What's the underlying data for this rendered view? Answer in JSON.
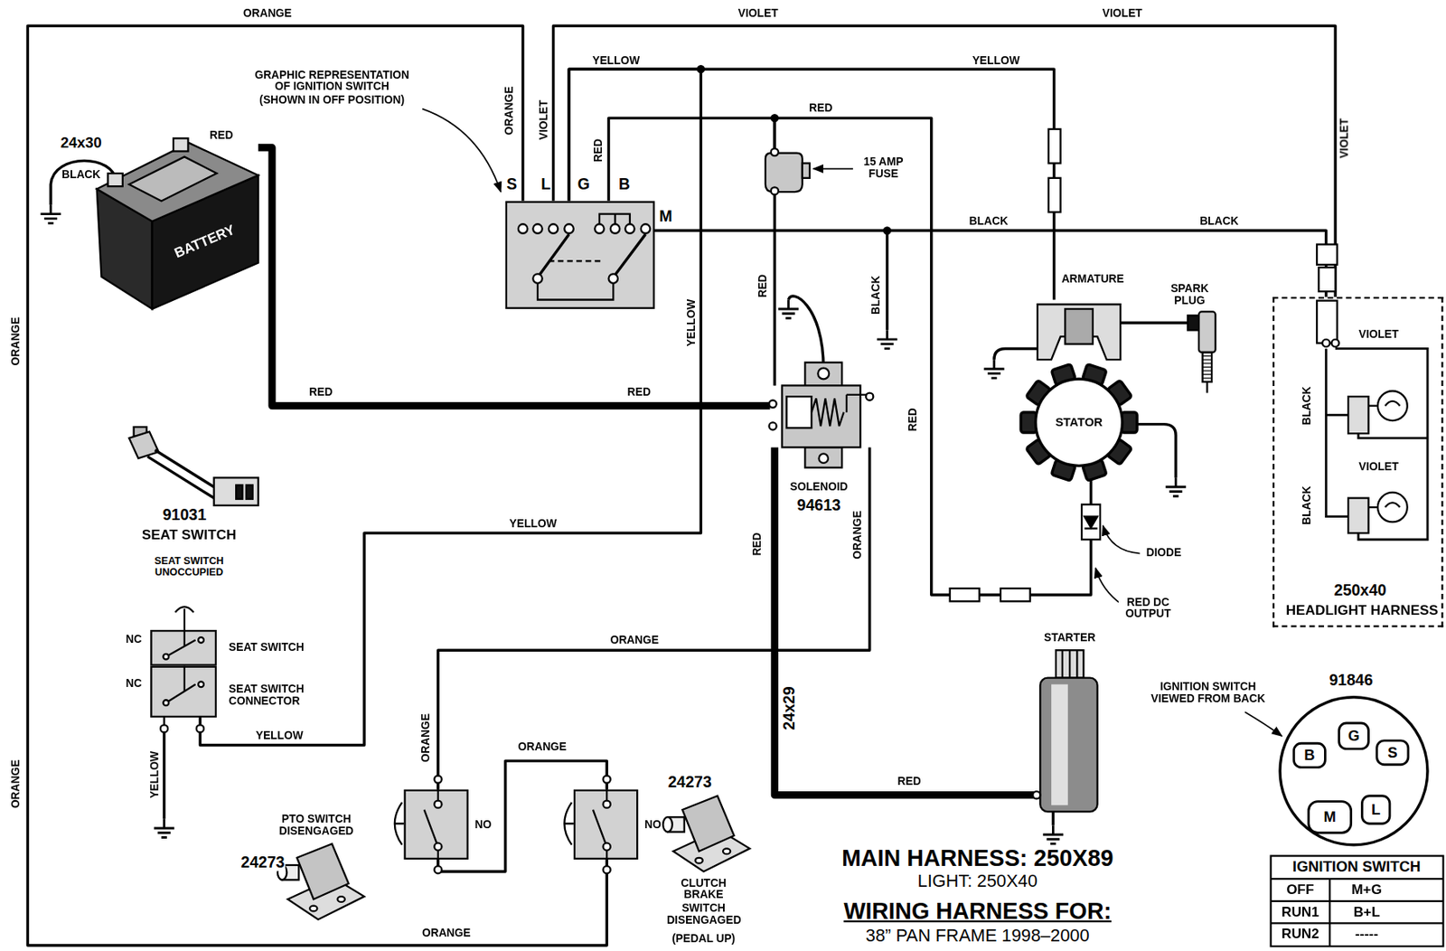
{
  "diagram": {
    "nodes": [
      {
        "text": [
          "S",
          "L",
          "G",
          "B",
          "M"
        ]
      },
      {
        "text": [
          "BATTERY"
        ]
      },
      {
        "text": [
          "15 AMP FUSE"
        ]
      },
      {
        "text": [
          "SOLENOID",
          "94613"
        ]
      },
      {
        "text": [
          "ARMATURE"
        ]
      },
      {
        "text": [
          "STATOR"
        ]
      },
      {
        "text": [
          "250x40",
          "HEADLIGHT HARNESS"
        ]
      },
      {
        "text": [
          "NC",
          "SEAT SWITCH"
        ]
      },
      {
        "text": [
          "NC",
          "SEAT SWITCH CONNECTOR"
        ]
      },
      {
        "text": [
          "STARTER"
        ]
      },
      {
        "text": [
          "NO"
        ]
      },
      {
        "text": [
          "NO"
        ]
      },
      {
        "text": [
          "B",
          "G",
          "S",
          "M",
          "L"
        ]
      }
    ],
    "edges": [
      {
        "from": 1,
        "to": 3,
        "label": "RED",
        "arrow": "none"
      },
      {
        "from": 0,
        "to": 2,
        "label": "RED",
        "arrow": "none"
      },
      {
        "from": 5,
        "to": 2,
        "label": "RED",
        "arrow": "none"
      },
      {
        "from": 2,
        "to": 3,
        "label": "RED",
        "arrow": "none"
      },
      {
        "from": 0,
        "to": 11,
        "label": "ORANGE",
        "arrow": "none"
      },
      {
        "from": 0,
        "to": 6,
        "label": "VIOLET",
        "arrow": "none"
      },
      {
        "from": 0,
        "to": 6,
        "label": "BLACK",
        "arrow": "none"
      },
      {
        "from": 8,
        "to": 0,
        "label": "YELLOW",
        "arrow": "none"
      },
      {
        "from": 0,
        "to": 4,
        "label": "YELLOW",
        "arrow": "none"
      },
      {
        "from": 3,
        "to": 9,
        "label": "RED",
        "arrow": "none"
      },
      {
        "from": 3,
        "to": 10,
        "label": "ORANGE",
        "arrow": "none"
      },
      {
        "from": 10,
        "to": 11,
        "label": "ORANGE",
        "arrow": "none"
      }
    ],
    "labels": [
      "ORANGE",
      "ORANGE",
      "ORANGE",
      "ORANGE",
      "ORANGE",
      "ORANGE",
      "VIOLET",
      "VIOLET",
      "VIOLET",
      "VIOLET",
      "VIOLET",
      "YELLOW",
      "YELLOW",
      "YELLOW",
      "YELLOW",
      "RED",
      "RED",
      "RED",
      "RED",
      "BLACK",
      "BLACK",
      "BLACK",
      "BLACK",
      "BLACK",
      "24x30",
      "GRAPHIC REPRESENTATION OF IGNITION SWITCH (SHOWN IN OFF POSITION)",
      "91031",
      "SEAT SWITCH",
      "SEAT SWITCH UNOCCUPIED",
      "SPARK PLUG",
      "DIODE",
      "RED DC OUTPUT",
      "24x29",
      "PTO SWITCH DISENGAGED",
      "24273",
      "24273",
      "CLUTCH BRAKE SWITCH DISENGAGED",
      "(PEDAL UP)",
      "IGNITION SWITCH VIEWED FROM BACK",
      "91846",
      "MAIN HARNESS: 250X89",
      "LIGHT: 250X40",
      "WIRING HARNESS FOR:",
      "38” PAN FRAME 1998–2000",
      "IGNITION SWITCH",
      "OFF",
      "M+G",
      "RUN1",
      "B+L",
      "RUN2",
      "-----"
    ]
  }
}
